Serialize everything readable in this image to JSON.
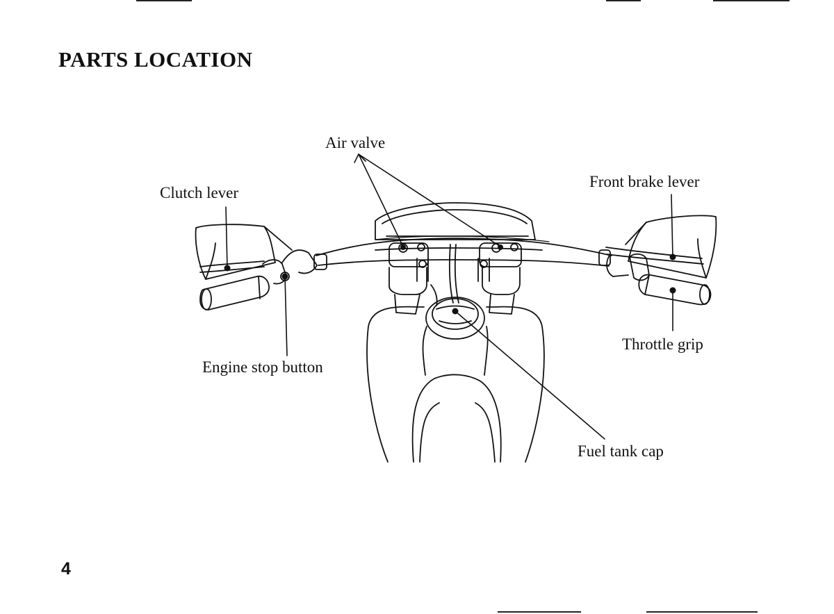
{
  "page": {
    "title": "PARTS LOCATION",
    "page_number": "4"
  },
  "diagram": {
    "labels": {
      "air_valve": "Air valve",
      "clutch_lever": "Clutch lever",
      "front_brake_lever": "Front brake lever",
      "throttle_grip": "Throttle grip",
      "engine_stop_button": "Engine stop button",
      "fuel_tank_cap": "Fuel tank cap"
    }
  }
}
